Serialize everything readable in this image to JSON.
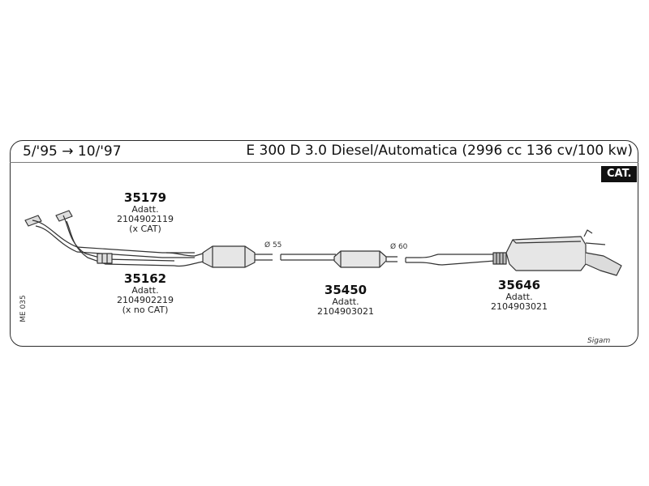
{
  "header": {
    "date_range": "5/'95 → 10/'97",
    "model_title": "E 300 D 3.0 Diesel/Automatica (2996 cc 136 cv/100 kw)",
    "cat_badge": "CAT."
  },
  "parts": [
    {
      "number": "35179",
      "lines": [
        "Adatt.",
        "2104902119",
        "(x CAT)"
      ]
    },
    {
      "number": "35162",
      "lines": [
        "Adatt.",
        "2104902219",
        "(x no CAT)"
      ]
    },
    {
      "number": "35450",
      "lines": [
        "Adatt.",
        "2104903021"
      ]
    },
    {
      "number": "35646",
      "lines": [
        "Adatt.",
        "2104903021"
      ]
    }
  ],
  "diameters": {
    "d55": "Ø 55",
    "d60": "Ø 60"
  },
  "side_code": "ME 035",
  "brand": "Sigam"
}
